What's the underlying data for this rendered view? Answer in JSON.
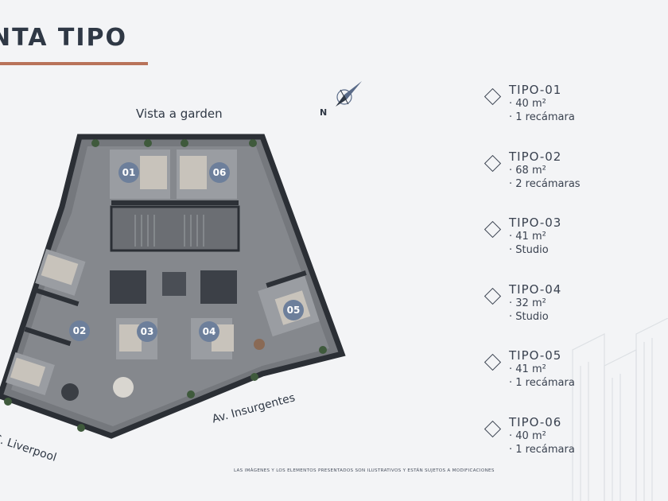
{
  "header": {
    "title": "NTA TIPO"
  },
  "compass": {
    "label": "N"
  },
  "streets": {
    "top": "Vista a garden",
    "bottom_right": "Av. Insurgentes",
    "bottom_left": "C. Liverpool"
  },
  "plan": {
    "units": [
      {
        "label": "01"
      },
      {
        "label": "06"
      },
      {
        "label": "05"
      },
      {
        "label": "02"
      },
      {
        "label": "03"
      },
      {
        "label": "04"
      }
    ]
  },
  "legend": [
    {
      "name": "TIPO-01",
      "area": "· 40 m²",
      "rooms": "· 1 recámara"
    },
    {
      "name": "TIPO-02",
      "area": "· 68 m²",
      "rooms": "· 2 recámaras"
    },
    {
      "name": "TIPO-03",
      "area": "· 41 m²",
      "rooms": "· Studio"
    },
    {
      "name": "TIPO-04",
      "area": "· 32 m²",
      "rooms": "· Studio"
    },
    {
      "name": "TIPO-05",
      "area": "· 41 m²",
      "rooms": "· 1 recámara"
    },
    {
      "name": "TIPO-06",
      "area": "· 40 m²",
      "rooms": "· 1 recámara"
    }
  ],
  "footer": {
    "disclaimer": "LAS IMÁGENES Y LOS ELEMENTOS PRESENTADOS SON ILUSTRATIVOS Y ESTÁN SUJETOS A MODIFICACIONES"
  },
  "colors": {
    "accent_rule": "#b8735a",
    "badge": "#6d7f9b",
    "wall": "#2d3137",
    "floor": "#7c7f84"
  }
}
